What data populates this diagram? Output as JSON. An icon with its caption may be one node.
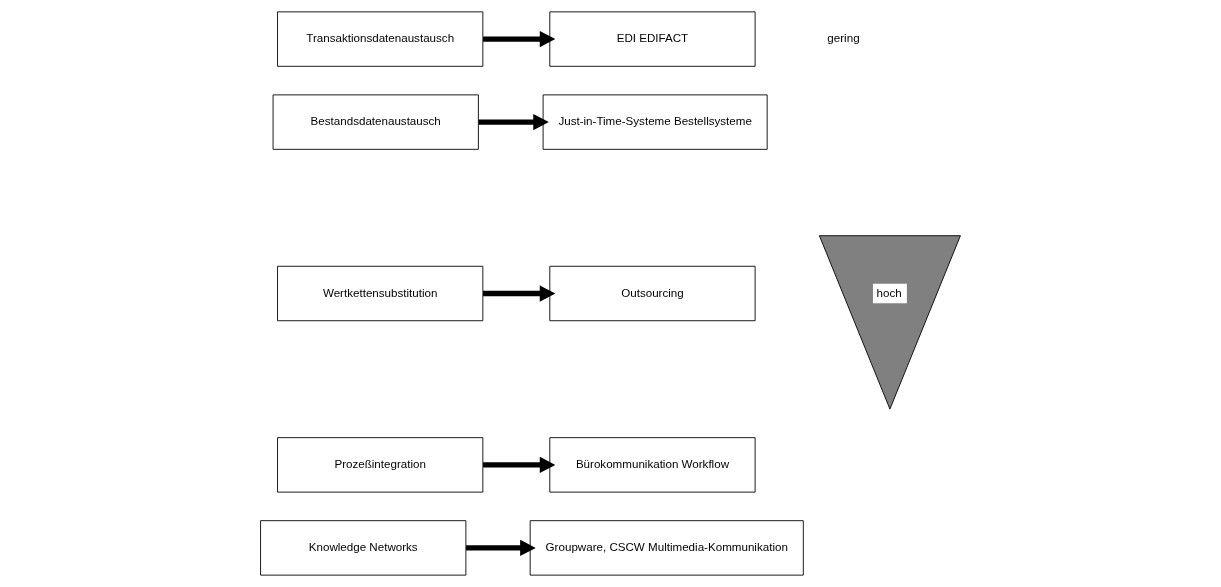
{
  "diagram": {
    "nodes": [
      {
        "text": [
          "Transaktionsdatenaustausch"
        ]
      },
      {
        "text": [
          "EDI EDIFACT"
        ]
      },
      {
        "text": [
          "Bestandsdatenaustausch"
        ]
      },
      {
        "text": [
          "Just-in-Time-Systeme Bestellsysteme"
        ]
      },
      {
        "text": [
          "Wertkettensubstitution"
        ]
      },
      {
        "text": [
          "Outsourcing"
        ]
      },
      {
        "text": [
          "Prozeßintegration"
        ]
      },
      {
        "text": [
          "Bürokommunikation Workflow"
        ]
      },
      {
        "text": [
          "Knowledge Networks"
        ]
      },
      {
        "text": [
          "Groupware, CSCW Multimedia-Kommunikation"
        ]
      },
      {
        "text": [
          "hoch"
        ]
      }
    ],
    "edges": [
      {
        "from": 0,
        "to": 1,
        "arrow": "to"
      },
      {
        "from": 2,
        "to": 3,
        "arrow": "to"
      },
      {
        "from": 4,
        "to": 5,
        "arrow": "to"
      },
      {
        "from": 6,
        "to": 7,
        "arrow": "to"
      },
      {
        "from": 8,
        "to": 9,
        "arrow": "to"
      }
    ],
    "labels": [
      "gering"
    ]
  }
}
